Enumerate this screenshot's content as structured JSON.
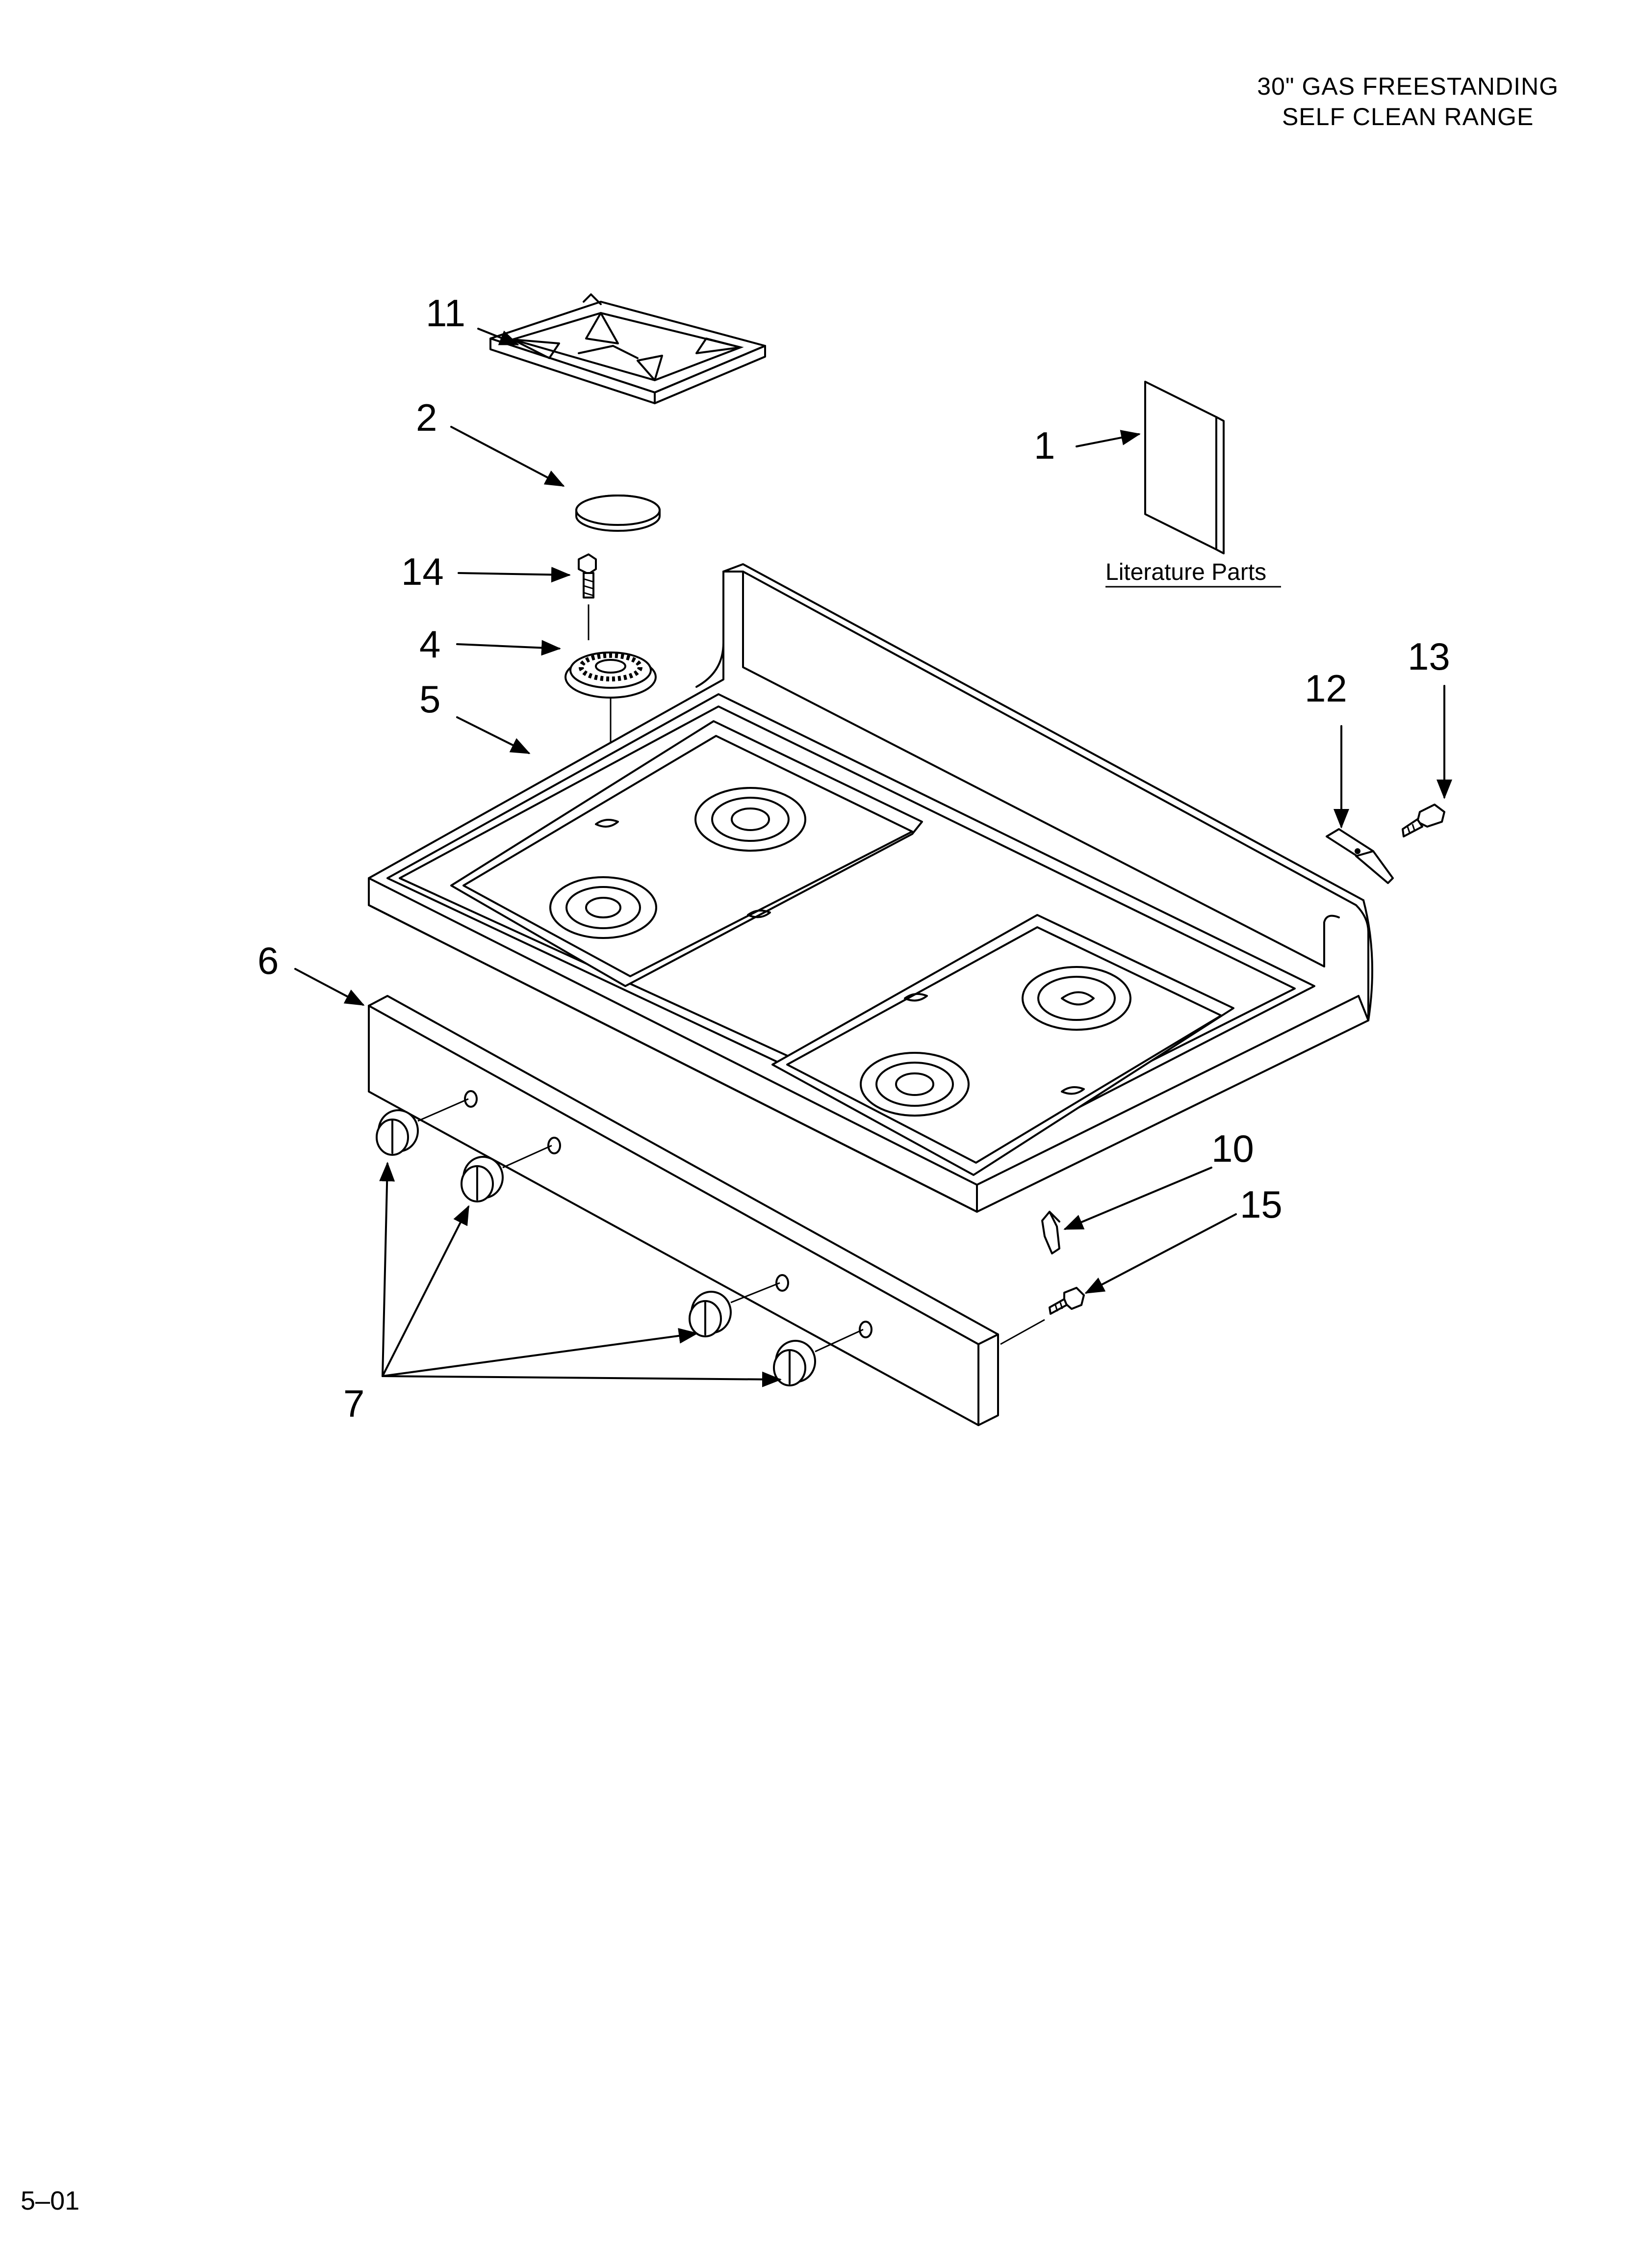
{
  "header": {
    "line1": "30\" GAS FREESTANDING",
    "line2": "SELF CLEAN RANGE"
  },
  "footer": {
    "code": "5–01"
  },
  "literature": {
    "label": "Literature Parts"
  },
  "callouts": {
    "c1": "1",
    "c2": "2",
    "c4": "4",
    "c5": "5",
    "c6": "6",
    "c7": "7",
    "c10": "10",
    "c11": "11",
    "c12": "12",
    "c13": "13",
    "c14": "14",
    "c15": "15"
  }
}
